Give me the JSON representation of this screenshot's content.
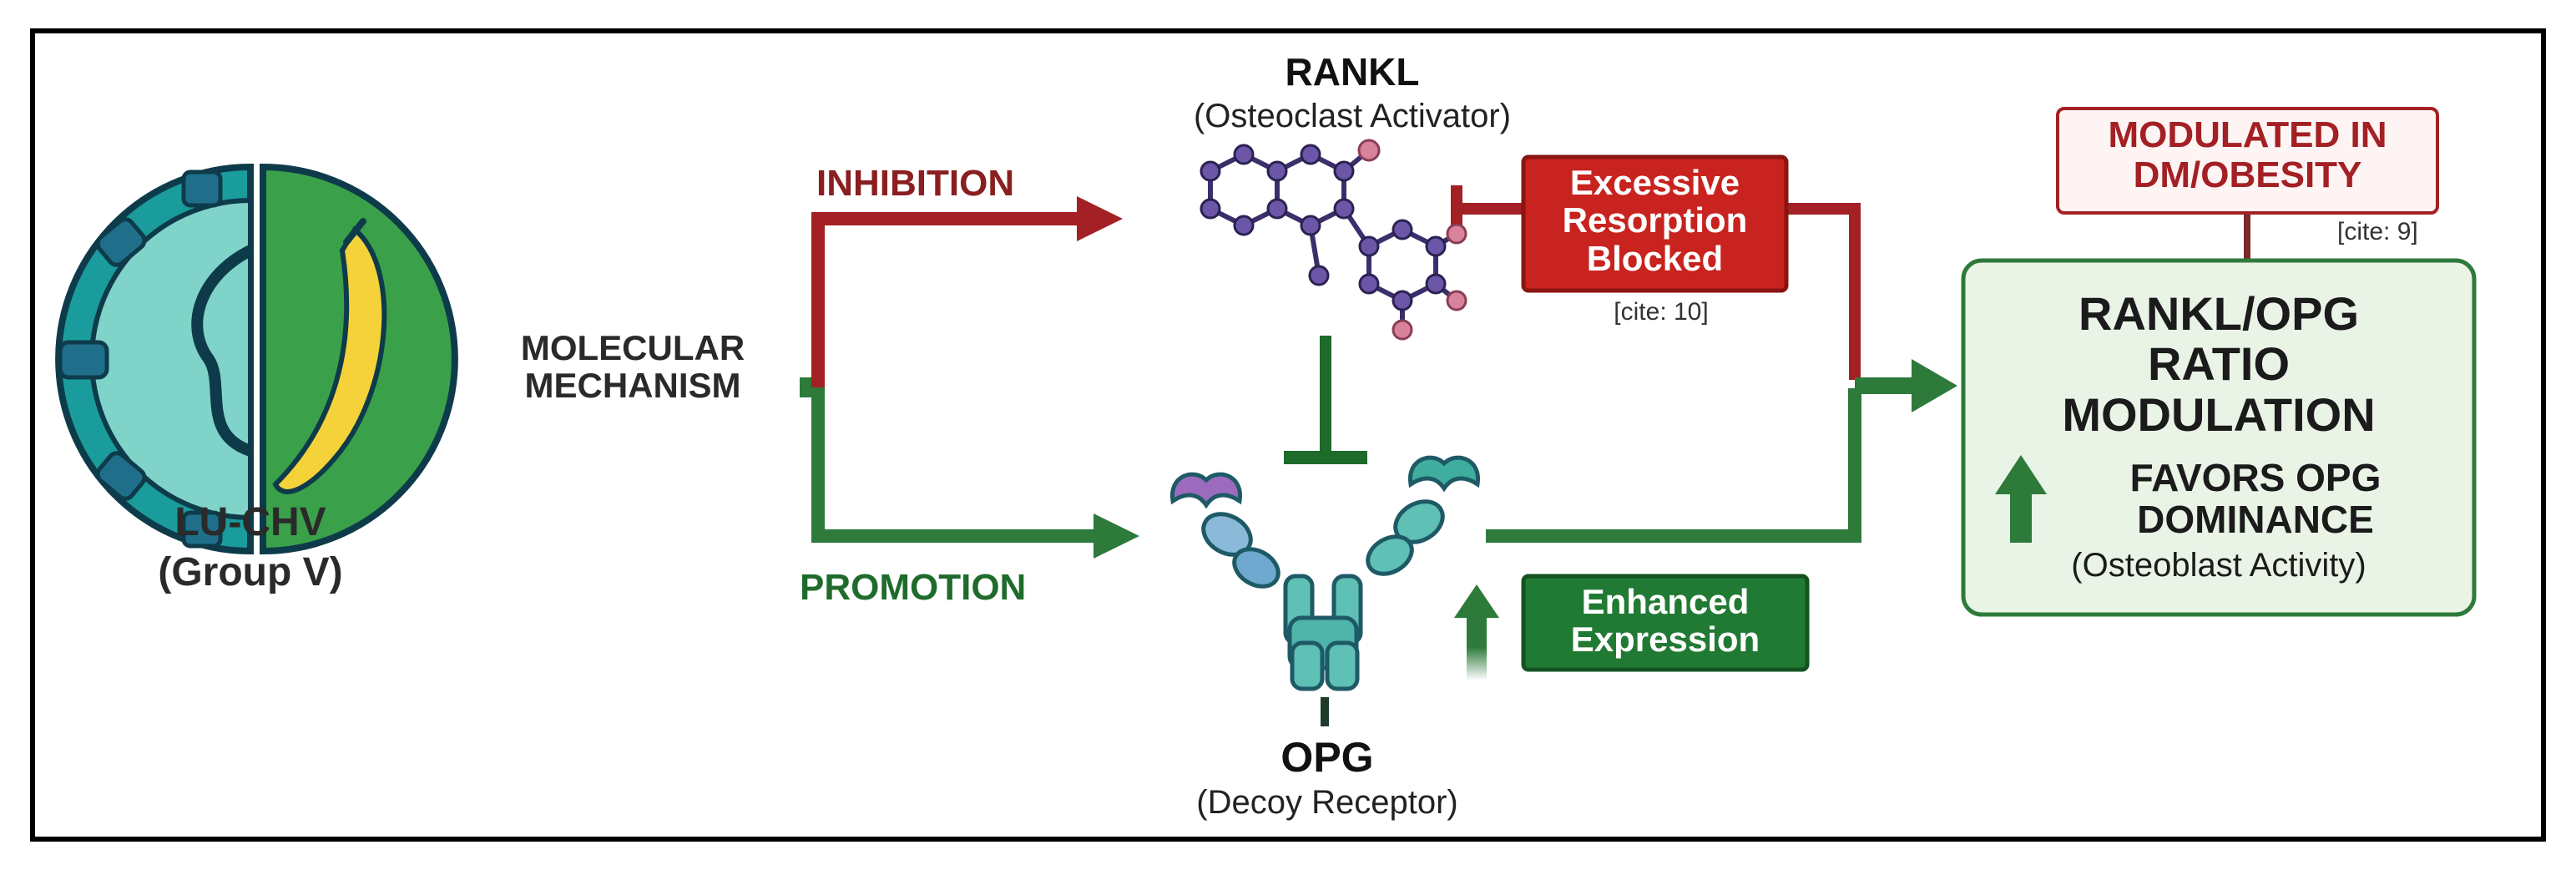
{
  "source": {
    "title": "LU-CHV",
    "subtitle": "(Group V)"
  },
  "mechanism_label": "MOLECULAR\nMECHANISM",
  "branches": {
    "inhibition": "INHIBITION",
    "promotion": "PROMOTION"
  },
  "rankl": {
    "title": "RANKL",
    "subtitle": "(Osteoclast Activator)"
  },
  "opg": {
    "title": "OPG",
    "subtitle": "(Decoy Receptor)"
  },
  "resorption_box": {
    "text": "Excessive\nResorption\nBlocked",
    "cite": "[cite: 10]"
  },
  "expression_box": {
    "text": "Enhanced\nExpression"
  },
  "modulated_box": {
    "text": "MODULATED IN\nDM/OBESITY",
    "cite": "[cite: 9]"
  },
  "outcome_box": {
    "title": "RANKL/OPG\nRATIO\nMODULATION",
    "favors": "FAVORS OPG\nDOMINANCE",
    "activity": "(Osteoblast Activity)"
  },
  "colors": {
    "red": "#a32024",
    "green": "#2d7a3a",
    "dark_green": "#1e6b2c",
    "outcome_fill": "#e9f3e6",
    "modulated_border": "#a32024"
  },
  "icons": [
    "virus-banana-icon",
    "rankl-molecule-icon",
    "opg-antibody-icon",
    "up-arrow-icon"
  ]
}
